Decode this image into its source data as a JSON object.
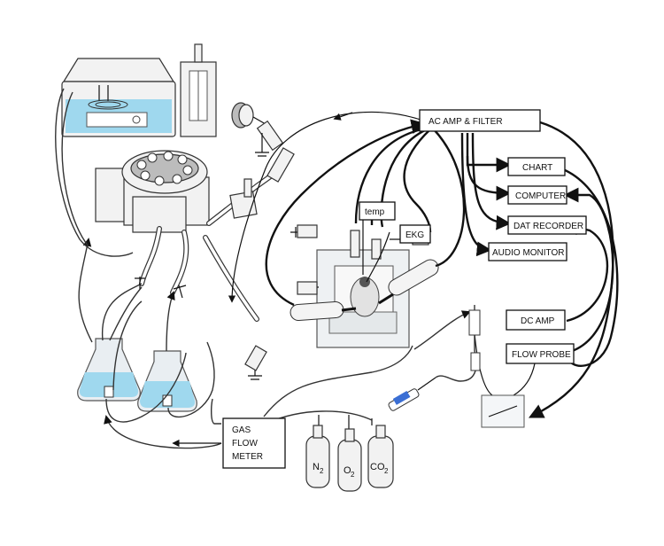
{
  "labels": {
    "ac_amp": "AC AMP & FILTER",
    "chart": "CHART",
    "computer": "COMPUTER",
    "dat_recorder": "DAT RECORDER",
    "audio_monitor": "AUDIO MONITOR",
    "dc_amp": "DC AMP",
    "flow_probe": "FLOW PROBE",
    "temp": "temp",
    "ekg": "EKG",
    "gas_flow_meter": [
      "GAS",
      "FLOW",
      "METER"
    ],
    "gas_n2": "N",
    "gas_o2": "O",
    "gas_co2": "CO",
    "subscript_2": "2"
  },
  "colors": {
    "water": "#9fd8ee",
    "line": "#111111"
  }
}
